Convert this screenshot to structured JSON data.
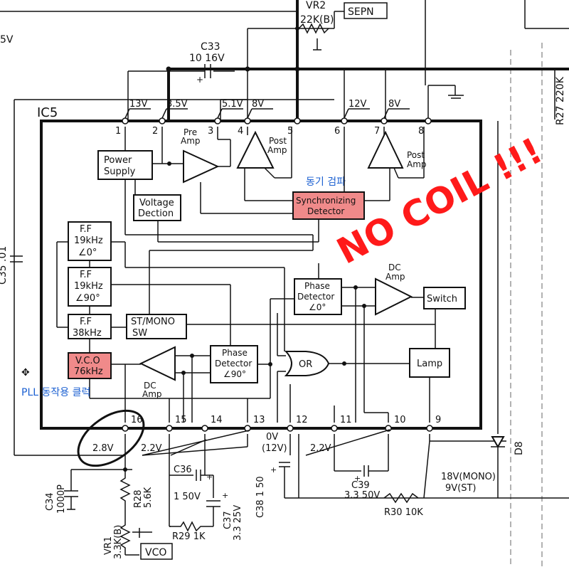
{
  "ic": {
    "name": "IC5"
  },
  "pins": [
    {
      "n": "1",
      "v": "13V"
    },
    {
      "n": "2",
      "v": "3.5V"
    },
    {
      "n": "3",
      "v": "5.1V"
    },
    {
      "n": "4",
      "v": "8V"
    },
    {
      "n": "5",
      "v": ""
    },
    {
      "n": "6",
      "v": "12V"
    },
    {
      "n": "7",
      "v": "8V"
    },
    {
      "n": "8",
      "v": ""
    },
    {
      "n": "9",
      "v": ""
    },
    {
      "n": "10",
      "v": ""
    },
    {
      "n": "11",
      "v": "2.2V"
    },
    {
      "n": "12",
      "v": "0V\n(12V)"
    },
    {
      "n": "13",
      "v": ""
    },
    {
      "n": "14",
      "v": ""
    },
    {
      "n": "15",
      "v": "2.2V"
    },
    {
      "n": "16",
      "v": "2.8V"
    }
  ],
  "blocks": {
    "power_supply": "Power\nSupply",
    "pre_amp": "Pre\nAmp",
    "post_amp": "Post\nAmp",
    "voltage_dection": "Voltage\nDection",
    "sync_detector": "Synchronizing\nDetector",
    "ff1": "F.F\n19kHz\n∠0°",
    "ff2": "F.F\n19kHz\n∠90°",
    "ff3": "F.F\n38kHz",
    "st_mono": "ST/MONO\nSW",
    "vco": "V.C.O\n76kHz",
    "dc_amp": "DC\nAmp",
    "phase_det_90": "Phase\nDetector\n∠90°",
    "phase_det_0": "Phase\nDetector\n∠0°",
    "or_gate": "OR",
    "lamp": "Lamp",
    "switch": "Switch"
  },
  "components": {
    "vr2": "VR2\n22K(B)",
    "sepn": "SEPN",
    "c33": "C33\n10  16V",
    "r27": "R27 220K",
    "c34": "C34\n1000P",
    "r28": "R28\n5.6K",
    "vr1": "VR1\n3.3K(B)",
    "vco_box": "VCO",
    "c36": "C36\n1  50V",
    "c37": "C37\n3.3 25V",
    "r29": "R29 1K",
    "c38": "C38 1 50",
    "c39": "C39\n3.3  50V",
    "r30": "R30 10K",
    "d8": "D8",
    "mono_st": "18V(MONO)\n9V(ST)",
    "left_v": "5V",
    "left_cap": "C35 .01"
  },
  "annotations": {
    "sync_ko": "동기 검파",
    "pll_ko": "PLL 동작용 클럭",
    "no_coil": "NO COIL !!!"
  },
  "colors": {
    "highlight": "#f08a8a",
    "annotation_blue": "#1a5fd1",
    "annotation_red": "#ff1a1a"
  }
}
